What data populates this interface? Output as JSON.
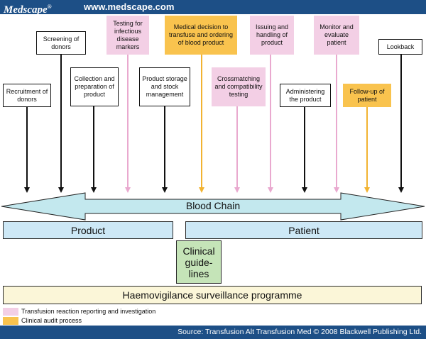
{
  "header": {
    "logo": "Medscape",
    "logo_mark": "®",
    "site": "www.medscape.com"
  },
  "steps": {
    "recruitment": "Recruitment of donors",
    "screening": "Screening of donors",
    "collection": "Collection and preparation of product",
    "testing": "Testing for infectious disease markers",
    "storage": "Product storage and stock management",
    "decision": "Medical decision to transfuse and ordering of blood product",
    "crossmatching": "Crossmatching and compatibility testing",
    "issuing": "Issuing and handling of product",
    "administering": "Administering the product",
    "monitor": "Monitor and evaluate patient",
    "followup": "Follow-up of patient",
    "lookback": "Lookback"
  },
  "chain_label": "Blood Chain",
  "bars": {
    "product": "Product",
    "patient": "Patient",
    "clinical": "Clinical guide-lines",
    "haemo": "Haemovigilance surveillance programme"
  },
  "legend": [
    {
      "label": "Transfusion reaction reporting and investigation",
      "color": "#f3cfe5"
    },
    {
      "label": "Clinical audit process",
      "color": "#f9c34e"
    }
  ],
  "colors": {
    "pink_arrow": "#e9a9cf",
    "yellow_arrow": "#f2b331",
    "black_arrow": "#111111",
    "chain_fill": "#c3e8ee",
    "header": "#1d4f86"
  },
  "footer": "Source: Transfusion Alt Transfusion Med © 2008 Blackwell Publishing Ltd."
}
